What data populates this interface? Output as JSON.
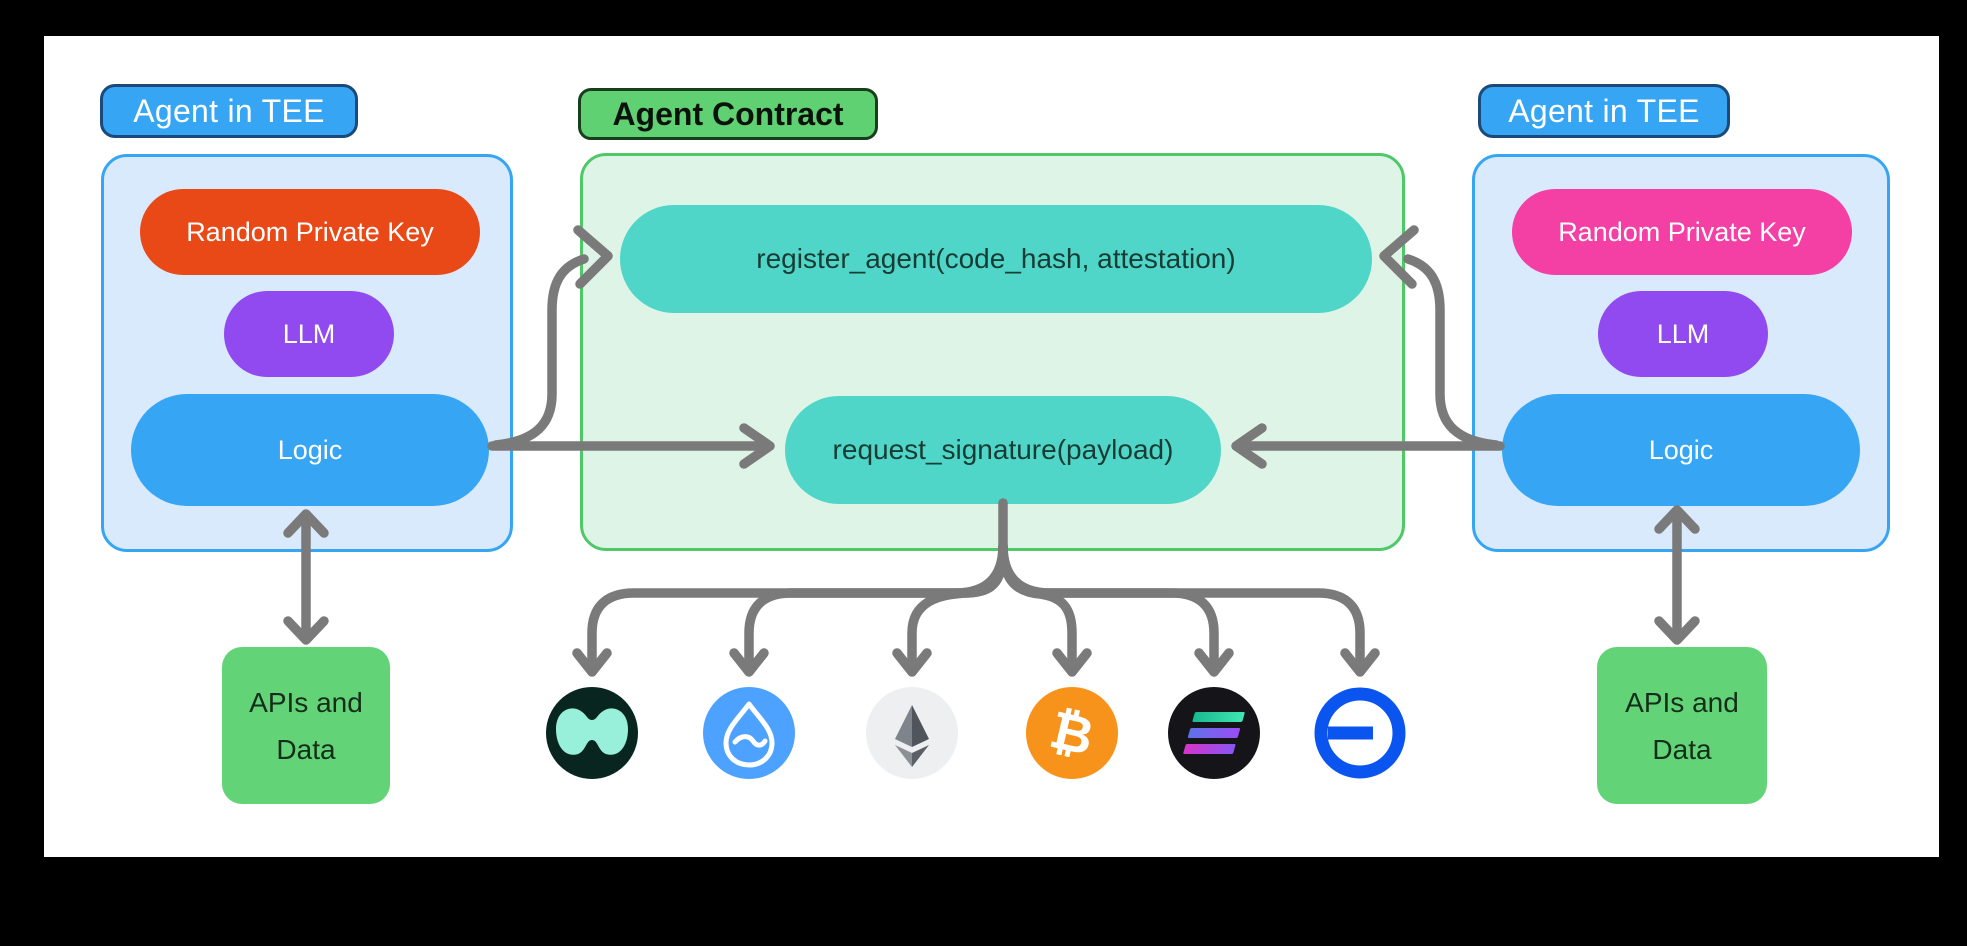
{
  "left_agent": {
    "label": "Agent in TEE",
    "components": [
      {
        "name": "Random Private Key",
        "color": "#e94917"
      },
      {
        "name": "LLM",
        "color": "#9149f0"
      },
      {
        "name": "Logic",
        "color": "#36a6f4"
      }
    ],
    "external": [
      "APIs and",
      "Data"
    ]
  },
  "right_agent": {
    "label": "Agent in TEE",
    "components": [
      {
        "name": "Random Private Key",
        "color": "#f43fa4"
      },
      {
        "name": "LLM",
        "color": "#9149f0"
      },
      {
        "name": "Logic",
        "color": "#36a6f4"
      }
    ],
    "external": [
      "APIs and",
      "Data"
    ]
  },
  "contract": {
    "label": "Agent Contract",
    "functions": [
      "register_agent(code_hash, attestation)",
      "request_signature(payload)"
    ]
  },
  "chains": [
    {
      "name": "hyperliquid",
      "color": "#08251f"
    },
    {
      "name": "sui",
      "color": "#4da2ff"
    },
    {
      "name": "ethereum",
      "color": "#edeff0"
    },
    {
      "name": "bitcoin",
      "color": "#f7931a"
    },
    {
      "name": "solana",
      "color": "#151419"
    },
    {
      "name": "base",
      "color": "#0a54f0"
    }
  ],
  "colors": {
    "frame": "#000000",
    "canvas": "#ffffff",
    "blue": "#36a6f4",
    "blue-border": "#1b4a7a",
    "blue-box-bg": "#d9eafc",
    "red": "#e94917",
    "purple": "#9149f0",
    "pink": "#f43fa4",
    "green-label": "#5fd173",
    "green-label-border": "#173f1d",
    "green-box-bg": "#def4e6",
    "green-border": "#4fc868",
    "teal": "#4fd6c8",
    "teal-text": "#183c34",
    "apis-green": "#62d377",
    "apis-text": "#142e1b",
    "arrow": "#7a7a7a"
  }
}
